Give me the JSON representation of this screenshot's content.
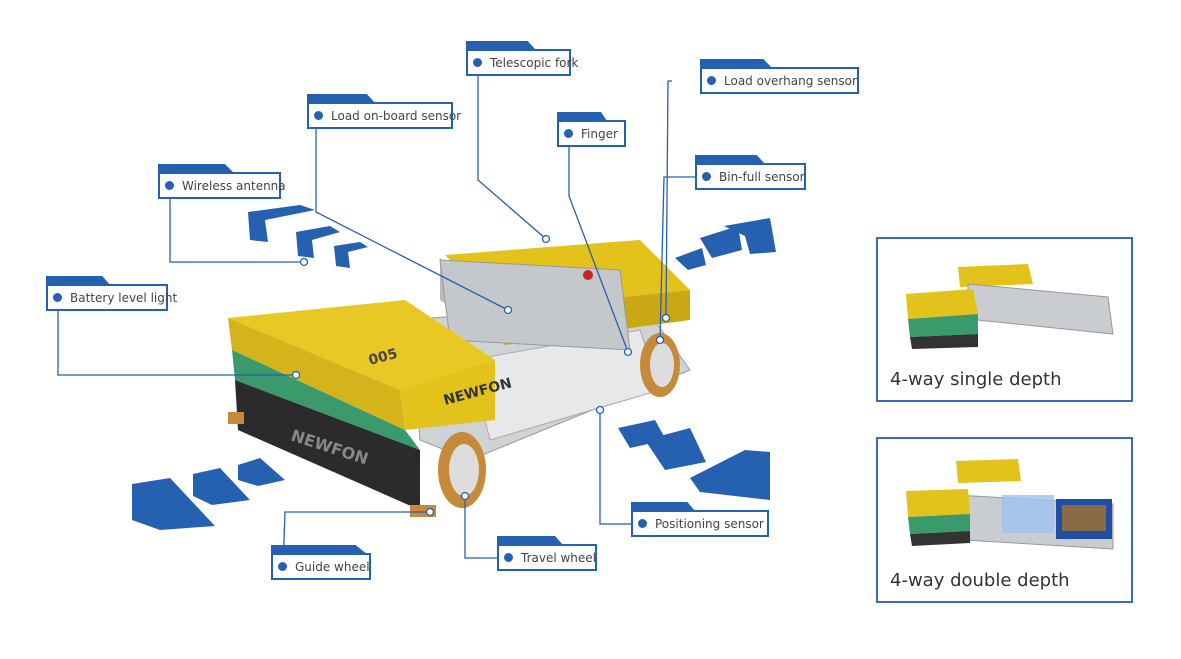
{
  "labels": {
    "telescopic_fork": "Telescopic fork",
    "load_onboard_sensor": "Load on-board sensor",
    "wireless_antenna": "Wireless antenna",
    "battery_level_light": "Battery level light",
    "finger": "Finger",
    "load_overhang_sensor": "Load overhang sensor",
    "bin_full_sensor": "Bin-full sensor",
    "positioning_sensor": "Positioning sensor",
    "travel_wheel": "Travel wheel",
    "guide_wheel": "Guide wheel"
  },
  "robot": {
    "brand": "NEWFON",
    "model": "005"
  },
  "modes": [
    {
      "caption": "4-way single depth"
    },
    {
      "caption": "4-way double depth"
    }
  ],
  "colors": {
    "accent": "#2660b0",
    "body_yellow": "#e3c21c",
    "arrow": "#2561b0"
  }
}
